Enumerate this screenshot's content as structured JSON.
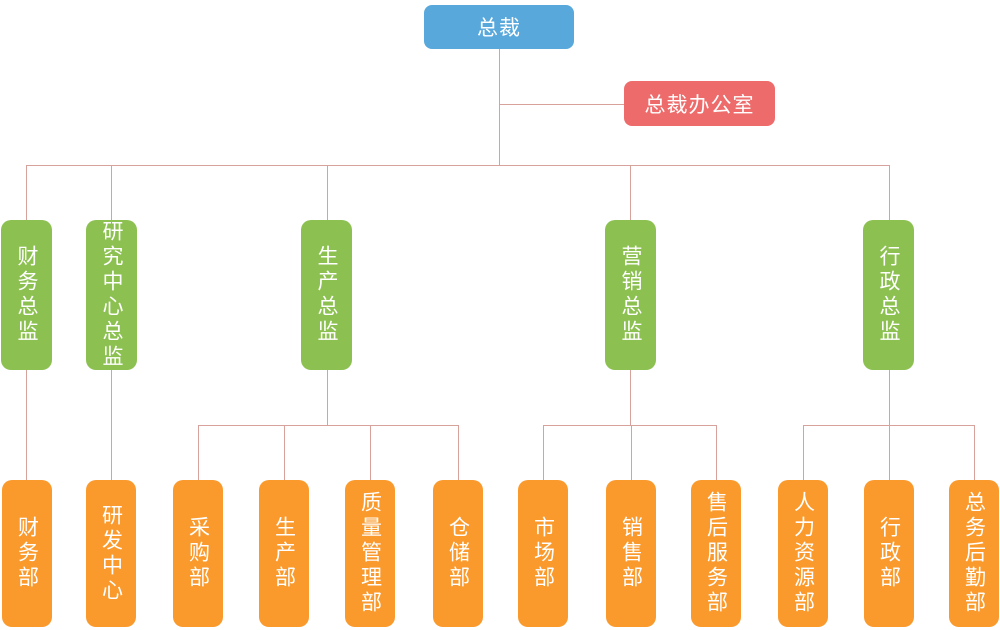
{
  "diagram": {
    "type": "org-chart"
  },
  "org": {
    "ceo": {
      "label": "总裁"
    },
    "office": {
      "label": "总裁办公室"
    },
    "directors": [
      {
        "label": "财务总监",
        "departments": [
          "财务部"
        ]
      },
      {
        "label": "研究中心总监",
        "departments": [
          "研发中心"
        ]
      },
      {
        "label": "生产总监",
        "departments": [
          "采购部",
          "生产部",
          "质量管理部",
          "仓储部"
        ]
      },
      {
        "label": "营销总监",
        "departments": [
          "市场部",
          "销售部",
          "售后服务部"
        ]
      },
      {
        "label": "行政总监",
        "departments": [
          "人力资源部",
          "行政部",
          "总务后勤部"
        ]
      }
    ]
  },
  "colors": {
    "ceo": "#58a8dc",
    "office": "#ee6b6b",
    "director": "#8cc152",
    "dept": "#fa9a2d",
    "line": "#d6a29b"
  }
}
